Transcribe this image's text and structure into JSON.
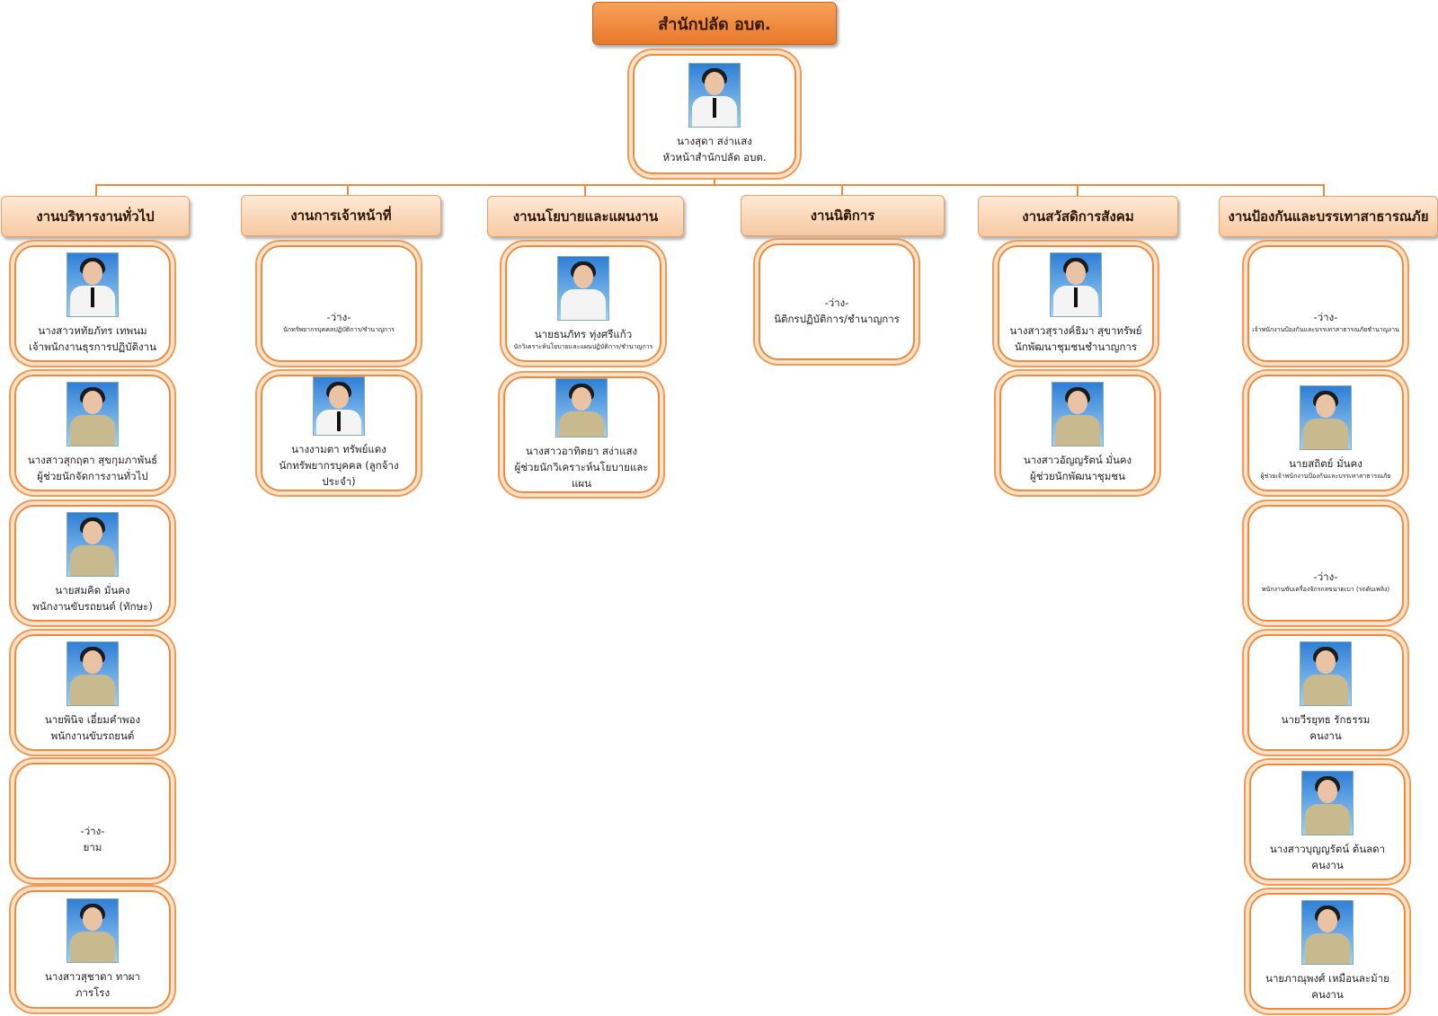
{
  "top_title": "สำนักปลัด อบต.",
  "head": {
    "name": "นางสุดา สง่าแสง",
    "role": "หัวหน้าสำนักปลัด อบต."
  },
  "departments": [
    {
      "label": "งานบริหารงานทั่วไป",
      "staff": [
        {
          "name": "นางสาวหทัยภัทร เทพนม",
          "role": "เจ้าพนักงานธุรการปฏิบัติงาน"
        },
        {
          "name": "นางสาวสุกฤตา สุขกุมภาพันธ์",
          "role": "ผู้ช่วยนักจัดการงานทั่วไป"
        },
        {
          "name": "นายสมคิด มั่นคง",
          "role": "พนักงานขับรถยนต์ (ทักษะ)"
        },
        {
          "name": "นายพินิจ เอี่ยมคำพอง",
          "role": "พนักงานขับรถยนต์"
        },
        {
          "name": "-ว่าง-",
          "role": "ยาม"
        },
        {
          "name": "นางสาวสุชาดา ทาผา",
          "role": "ภารโรง"
        }
      ]
    },
    {
      "label": "งานการเจ้าหน้าที่",
      "staff": [
        {
          "name": "-ว่าง-",
          "role": "นักทรัพยากรบุคคลปฏิบัติการ/ชำนาญการ"
        },
        {
          "name": "นางงามตา ทรัพย์แดง",
          "role": "นักทรัพยากรบุคคล (ลูกจ้างประจำ)"
        }
      ]
    },
    {
      "label": "งานนโยบายและแผนงาน",
      "staff": [
        {
          "name": "นายธนภัทร ทุ่งศรีแก้ว",
          "role": "นักวิเคราะห์นโยบายและแผนปฏิบัติการ/ชำนาญการ"
        },
        {
          "name": "นางสาวอาทิตยา สง่าแสง",
          "role": "ผู้ช่วยนักวิเคราะห์นโยบายและแผน"
        }
      ]
    },
    {
      "label": "งานนิติการ",
      "staff": [
        {
          "name": "-ว่าง-",
          "role": "นิติกรปฏิบัติการ/ชำนาญการ"
        }
      ]
    },
    {
      "label": "งานสวัสดิการสังคม",
      "staff": [
        {
          "name": "นางสาวสุรางค์ธิมา สุขาทรัพย์",
          "role": "นักพัฒนาชุมชนชำนาญการ"
        },
        {
          "name": "นางสาวอัญญรัตน์ มั่นคง",
          "role": "ผู้ช่วยนักพัฒนาชุมชน"
        }
      ]
    },
    {
      "label": "งานป้องกันและบรรเทาสาธารณภัย",
      "staff": [
        {
          "name": "-ว่าง-",
          "role": "เจ้าพนักงานป้องกันและบรรเทาสาธารณภัยชำนาญงาน"
        },
        {
          "name": "นายสถิตย์ มั่นคง",
          "role": "ผู้ช่วยเจ้าพนักงานป้องกันและบรรเทาสาธารณภัย"
        },
        {
          "name": "-ว่าง-",
          "role": "พนักงานขับเครื่องจักรกลขนาดเบา (รถดับเพลิง)"
        },
        {
          "name": "นายวีรยุทธ รักธรรม",
          "role": "คนงาน"
        },
        {
          "name": "นางสาวบุญญรัตน์ ต้นลดา",
          "role": "คนงาน"
        },
        {
          "name": "นายภาณุพงศ์ เหมือนละม้าย",
          "role": "คนงาน"
        }
      ]
    }
  ]
}
